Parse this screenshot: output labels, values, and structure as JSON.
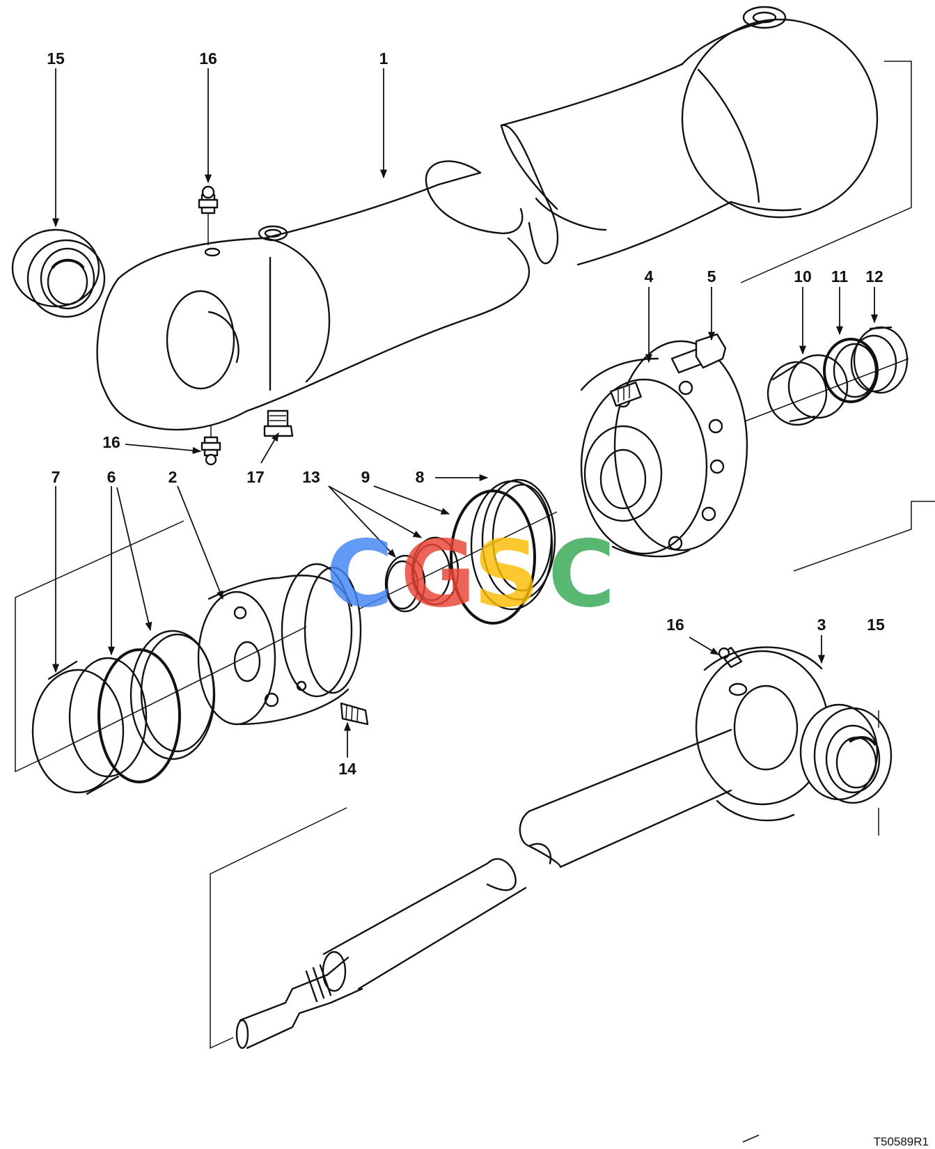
{
  "figure_id": "T50589R1",
  "watermark": {
    "letters": [
      "C",
      "G",
      "S",
      "C"
    ],
    "colors": [
      "#4285f4",
      "#ea4335",
      "#fbbc05",
      "#34a853"
    ]
  },
  "callouts": {
    "c1": "1",
    "c2": "2",
    "c3": "3",
    "c4": "4",
    "c5": "5",
    "c6": "6",
    "c7": "7",
    "c8": "8",
    "c9": "9",
    "c10": "10",
    "c11": "11",
    "c12": "12",
    "c13": "13",
    "c14": "14",
    "c15a": "15",
    "c15b": "15",
    "c16a": "16",
    "c16b": "16",
    "c16c": "16",
    "c17": "17"
  }
}
